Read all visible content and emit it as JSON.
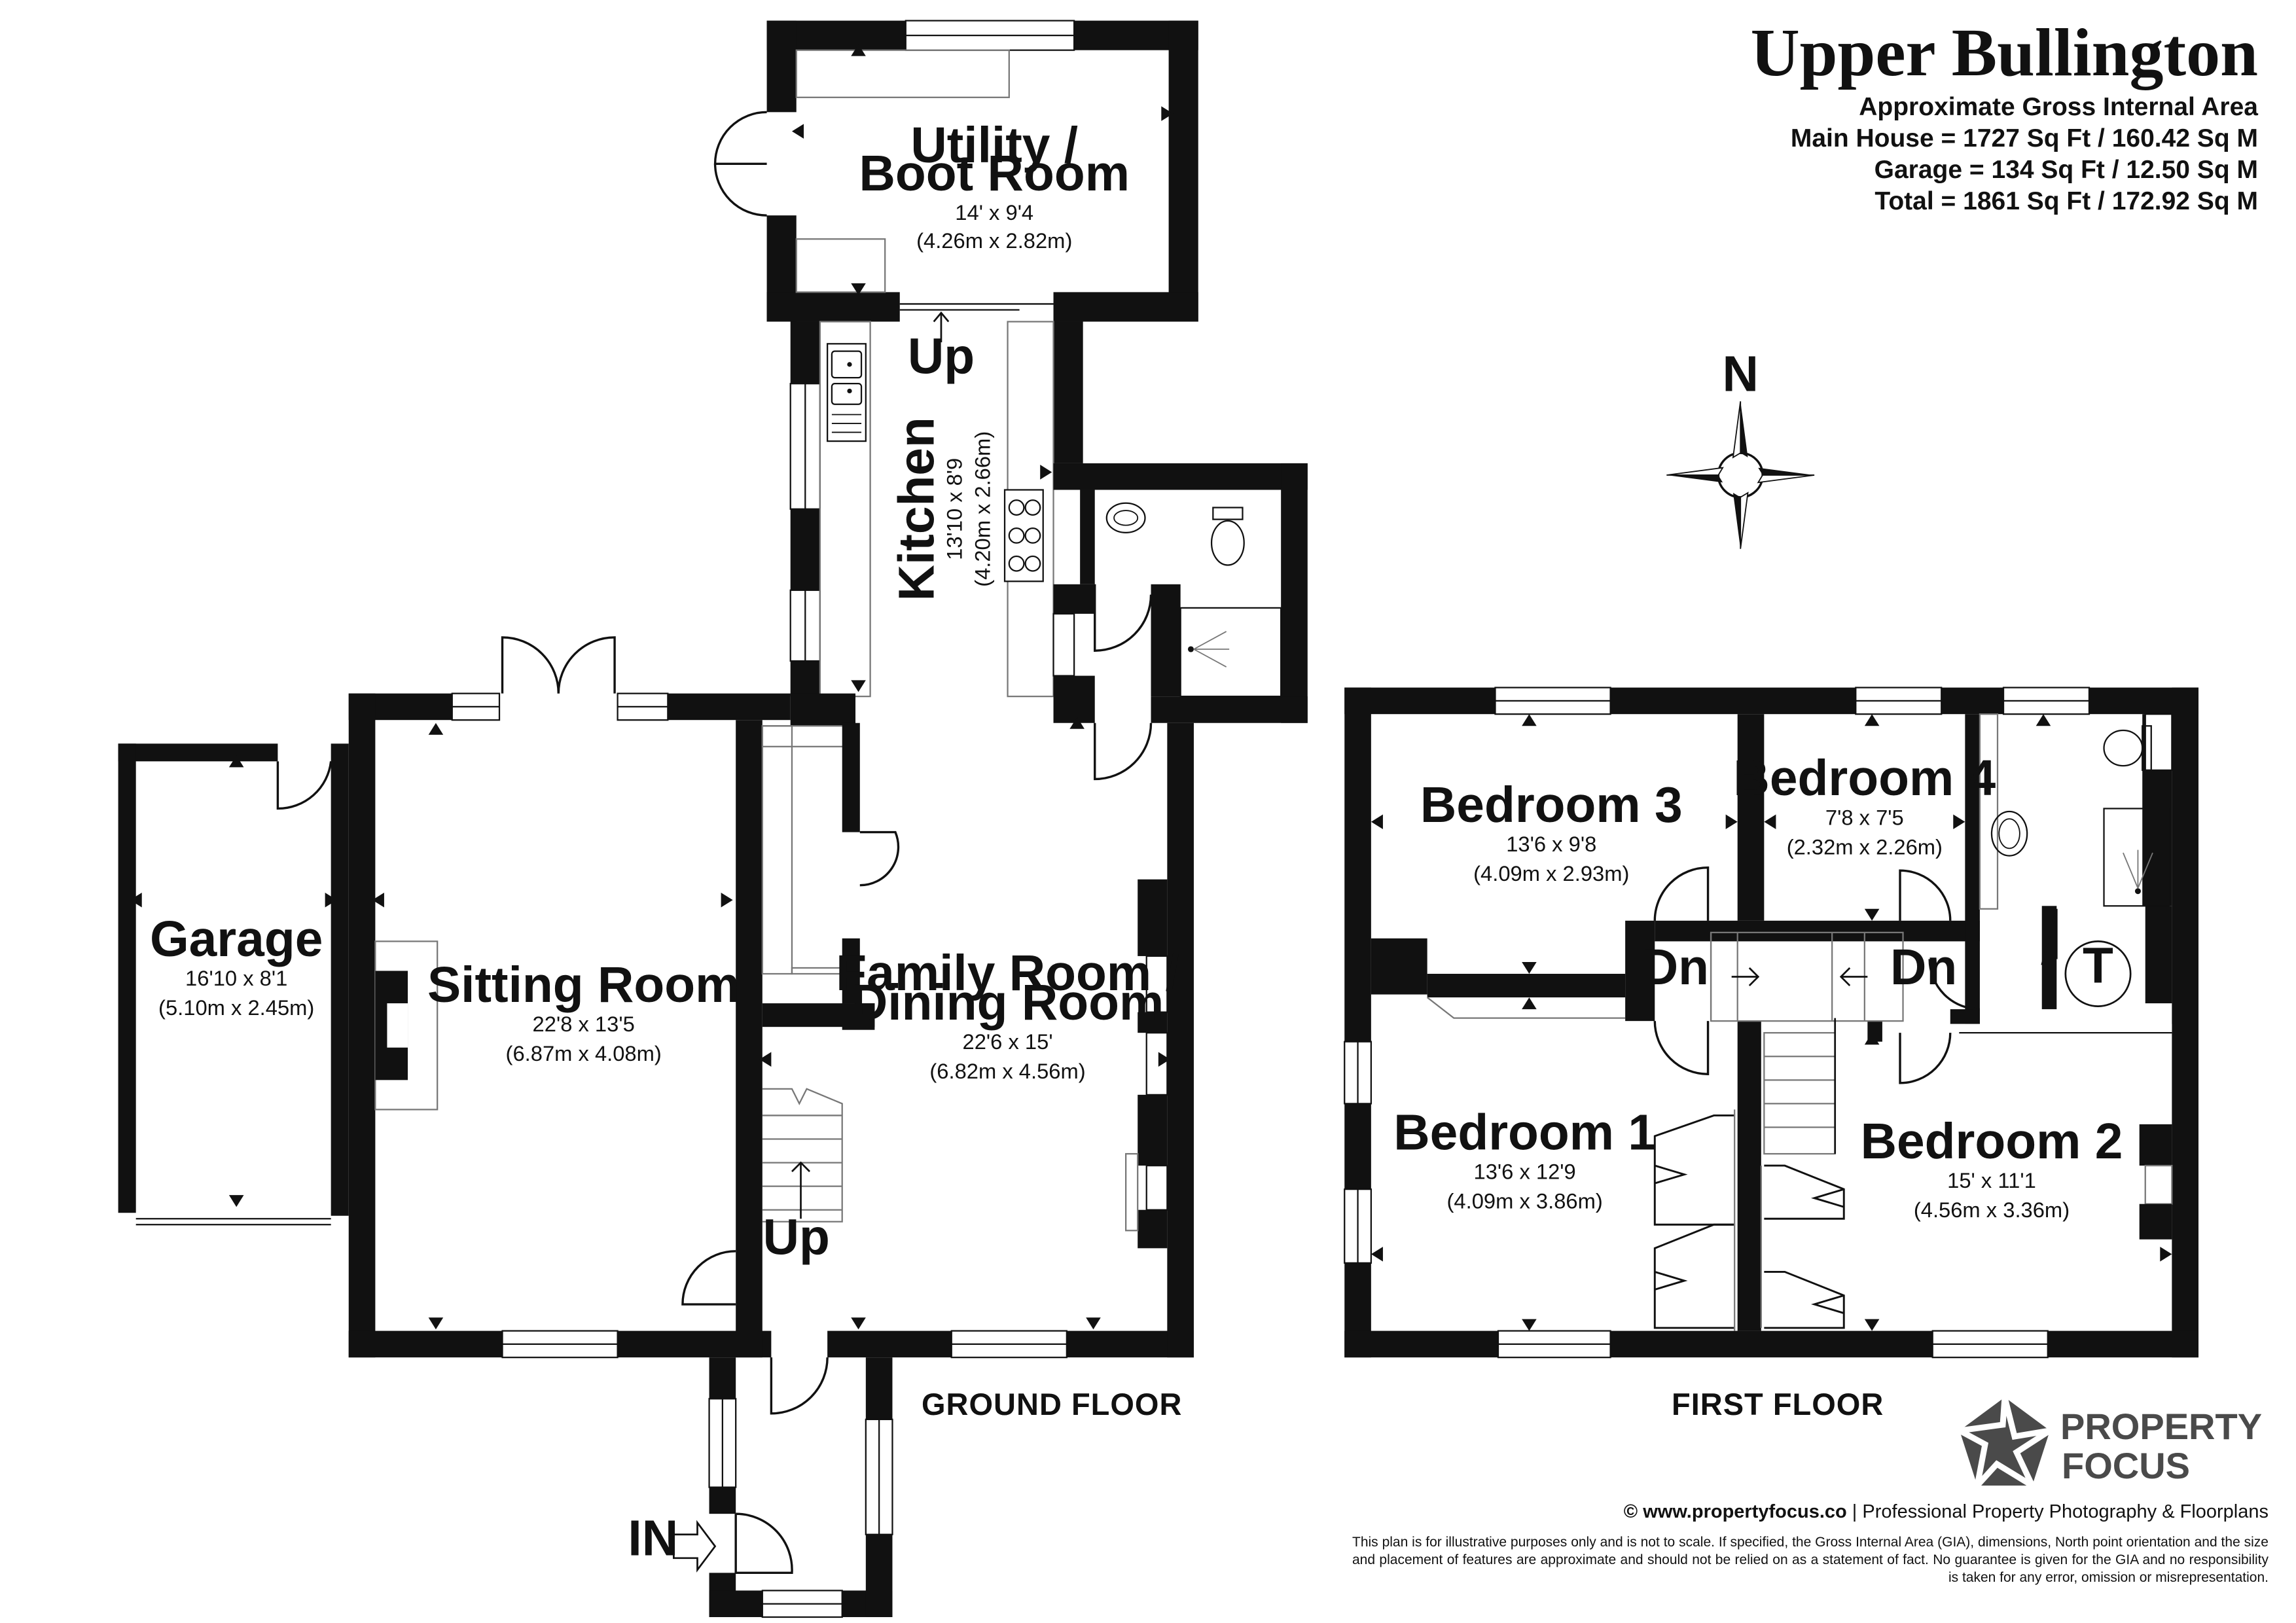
{
  "header": {
    "title": "Upper Bullington",
    "subtitle": "Approximate Gross Internal Area",
    "main_house": "Main House = 1727 Sq Ft / 160.42 Sq M",
    "garage": "Garage = 134 Sq Ft / 12.50 Sq M",
    "total": "Total = 1861 Sq Ft / 172.92 Sq M"
  },
  "ground_floor": {
    "label": "GROUND FLOOR",
    "rooms": {
      "utility": {
        "name": "Utility /",
        "name2": "Boot Room",
        "imperial": "14' x 9'4",
        "metric": "(4.26m x 2.82m)"
      },
      "kitchen": {
        "name": "Kitchen",
        "imperial": "13'10 x 8'9",
        "metric": "(4.20m x 2.66m)"
      },
      "garage": {
        "name": "Garage",
        "imperial": "16'10 x 8'1",
        "metric": "(5.10m x 2.45m)"
      },
      "sitting": {
        "name": "Sitting Room",
        "imperial": "22'8 x 13'5",
        "metric": "(6.87m x 4.08m)"
      },
      "family": {
        "name": "Family Room /",
        "name2": "Dining Room",
        "imperial": "22'6 x 15'",
        "metric": "(6.82m x 4.56m)"
      }
    },
    "up_label": "Up",
    "entrance_label": "IN"
  },
  "first_floor": {
    "label": "FIRST FLOOR",
    "rooms": {
      "bedroom3": {
        "name": "Bedroom 3",
        "imperial": "13'6 x 9'8",
        "metric": "(4.09m x 2.93m)"
      },
      "bedroom4": {
        "name": "Bedroom 4",
        "imperial": "7'8 x 7'5",
        "metric": "(2.32m x 2.26m)"
      },
      "bedroom1": {
        "name": "Bedroom 1",
        "imperial": "13'6 x 12'9",
        "metric": "(4.09m x 3.86m)"
      },
      "bedroom2": {
        "name": "Bedroom 2",
        "imperial": "15' x 11'1",
        "metric": "(4.56m x 3.36m)"
      }
    },
    "down_label": "Dn",
    "cylinder_label": "T"
  },
  "compass": {
    "north_label": "N",
    "icon": "compass-rose-icon"
  },
  "branding": {
    "logo_line1": "PROPERTY",
    "logo_line2": "FOCUS",
    "logo_icon": "aperture-logo-icon",
    "website": "© www.propertyfocus.co",
    "tagline": "| Professional Property Photography & Floorplans",
    "disclaimer": "This plan is for illustrative purposes only and is not to scale. If specified, the Gross Internal Area (GIA), dimensions, North point orientation and the size and placement of features are approximate and should not be relied on as a statement of fact. No guarantee is given for the GIA and no responsibility is taken for any error, omission or misrepresentation."
  },
  "colors": {
    "wall": "#111111",
    "fixture": "#777777",
    "logo": "#4a4a4a",
    "background": "#ffffff"
  }
}
